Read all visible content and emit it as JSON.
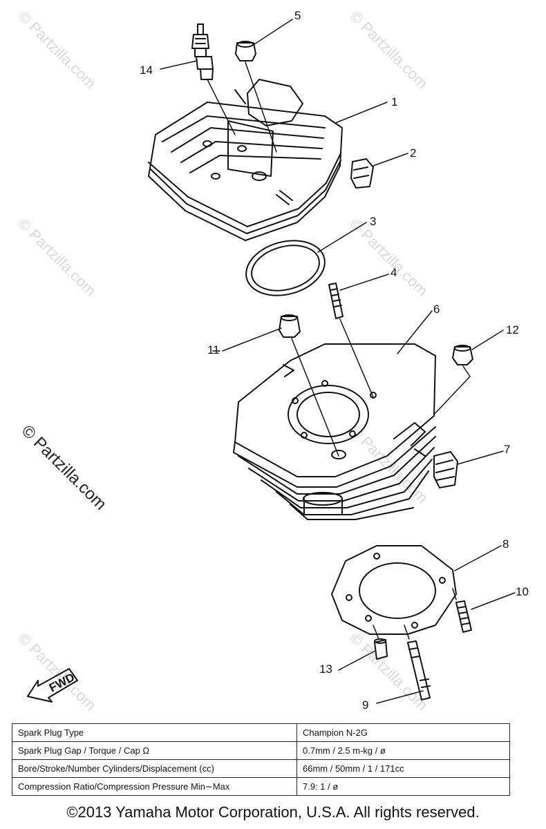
{
  "watermark": {
    "text": "© Partzilla.com"
  },
  "callouts": {
    "c1_head": "1",
    "c2": "2",
    "c3": "3",
    "c4": "4",
    "c5": "5",
    "c6": "6",
    "c7": "7",
    "c8": "8",
    "c9": "9",
    "c10": "10",
    "c11": "11",
    "c12": "12",
    "c13": "13",
    "c14": "14"
  },
  "fwd_label": "FWD",
  "spec_table": [
    {
      "label": "Spark Plug Type",
      "value": "Champion N-2G"
    },
    {
      "label": "Spark Plug Gap / Torque / Cap Ω",
      "value": "0.7mm  / 2.5 m-kg / ø"
    },
    {
      "label": "Bore/Stroke/Number Cylinders/Displacement (cc)",
      "value": "66mm / 50mm / 1 / 171cc"
    },
    {
      "label": "Compression Ratio/Compression Pressure Min∼Max",
      "value": "7.9: 1 / ø"
    }
  ],
  "copyright": "©2013  Yamaha Motor Corporation, U.S.A. All rights reserved."
}
